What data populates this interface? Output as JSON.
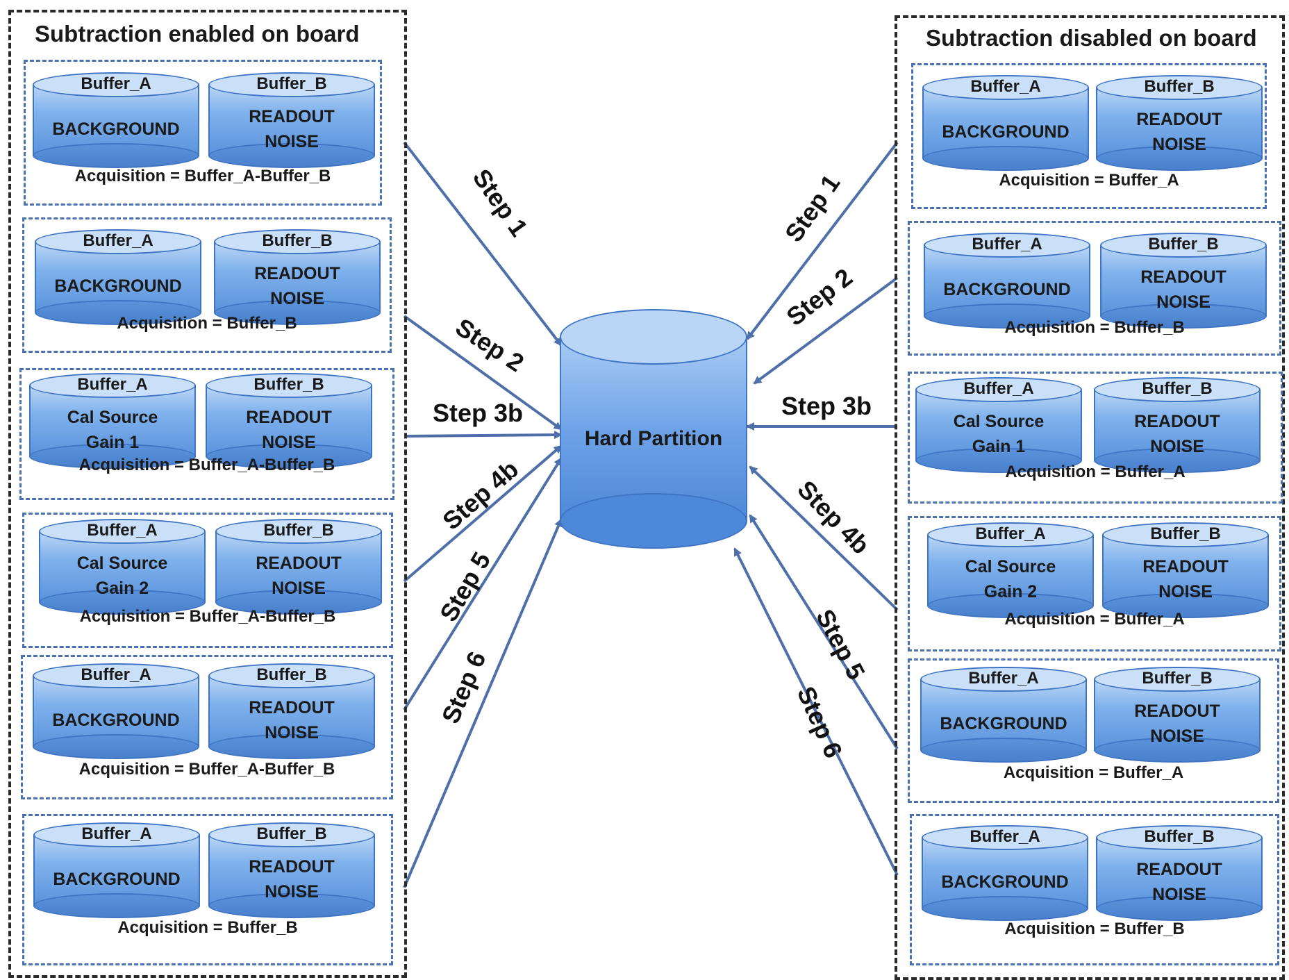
{
  "left_panel": {
    "title": "Subtraction enabled on board",
    "groups": [
      {
        "a_name": "Buffer_A",
        "a_lines": [
          "BACKGROUND"
        ],
        "b_name": "Buffer_B",
        "b_lines": [
          "READOUT",
          "NOISE"
        ],
        "acquisition": "Acquisition = Buffer_A-Buffer_B"
      },
      {
        "a_name": "Buffer_A",
        "a_lines": [
          "BACKGROUND"
        ],
        "b_name": "Buffer_B",
        "b_lines": [
          "READOUT",
          "NOISE"
        ],
        "acquisition": "Acquisition = Buffer_B"
      },
      {
        "a_name": "Buffer_A",
        "a_lines": [
          "Cal  Source",
          "Gain 1"
        ],
        "b_name": "Buffer_B",
        "b_lines": [
          "READOUT",
          "NOISE"
        ],
        "acquisition": "Acquisition = Buffer_A-Buffer_B"
      },
      {
        "a_name": "Buffer_A",
        "a_lines": [
          "Cal  Source",
          "Gain 2"
        ],
        "b_name": "Buffer_B",
        "b_lines": [
          "READOUT",
          "NOISE"
        ],
        "acquisition": "Acquisition = Buffer_A-Buffer_B"
      },
      {
        "a_name": "Buffer_A",
        "a_lines": [
          "BACKGROUND"
        ],
        "b_name": "Buffer_B",
        "b_lines": [
          "READOUT",
          "NOISE"
        ],
        "acquisition": "Acquisition = Buffer_A-Buffer_B"
      },
      {
        "a_name": "Buffer_A",
        "a_lines": [
          "BACKGROUND"
        ],
        "b_name": "Buffer_B",
        "b_lines": [
          "READOUT",
          "NOISE"
        ],
        "acquisition": "Acquisition = Buffer_B"
      }
    ]
  },
  "right_panel": {
    "title": "Subtraction disabled on board",
    "groups": [
      {
        "a_name": "Buffer_A",
        "a_lines": [
          "BACKGROUND"
        ],
        "b_name": "Buffer_B",
        "b_lines": [
          "READOUT",
          "NOISE"
        ],
        "acquisition": "Acquisition = Buffer_A"
      },
      {
        "a_name": "Buffer_A",
        "a_lines": [
          "BACKGROUND"
        ],
        "b_name": "Buffer_B",
        "b_lines": [
          "READOUT",
          "NOISE"
        ],
        "acquisition": "Acquisition = Buffer_B"
      },
      {
        "a_name": "Buffer_A",
        "a_lines": [
          "Cal  Source",
          "Gain 1"
        ],
        "b_name": "Buffer_B",
        "b_lines": [
          "READOUT",
          "NOISE"
        ],
        "acquisition": "Acquisition = Buffer_A"
      },
      {
        "a_name": "Buffer_A",
        "a_lines": [
          "Cal  Source",
          "Gain 2"
        ],
        "b_name": "Buffer_B",
        "b_lines": [
          "READOUT",
          "NOISE"
        ],
        "acquisition": "Acquisition = Buffer_A"
      },
      {
        "a_name": "Buffer_A",
        "a_lines": [
          "BACKGROUND"
        ],
        "b_name": "Buffer_B",
        "b_lines": [
          "READOUT",
          "NOISE"
        ],
        "acquisition": "Acquisition = Buffer_A"
      },
      {
        "a_name": "Buffer_A",
        "a_lines": [
          "BACKGROUND"
        ],
        "b_name": "Buffer_B",
        "b_lines": [
          "READOUT",
          "NOISE"
        ],
        "acquisition": "Acquisition = Buffer_B"
      }
    ]
  },
  "center": {
    "label": "Hard Partition"
  },
  "left_steps": [
    "Step 1",
    "Step 2",
    "Step 3b",
    "Step 4b",
    "Step 5",
    "Step 6"
  ],
  "right_steps": [
    "Step 1",
    "Step 2",
    "Step 3b",
    "Step 4b",
    "Step 5",
    "Step 6"
  ],
  "colors": {
    "arrow": "#4f6fa8",
    "cylinder": "#6fa3e8",
    "group_border": "#4a72b3"
  }
}
